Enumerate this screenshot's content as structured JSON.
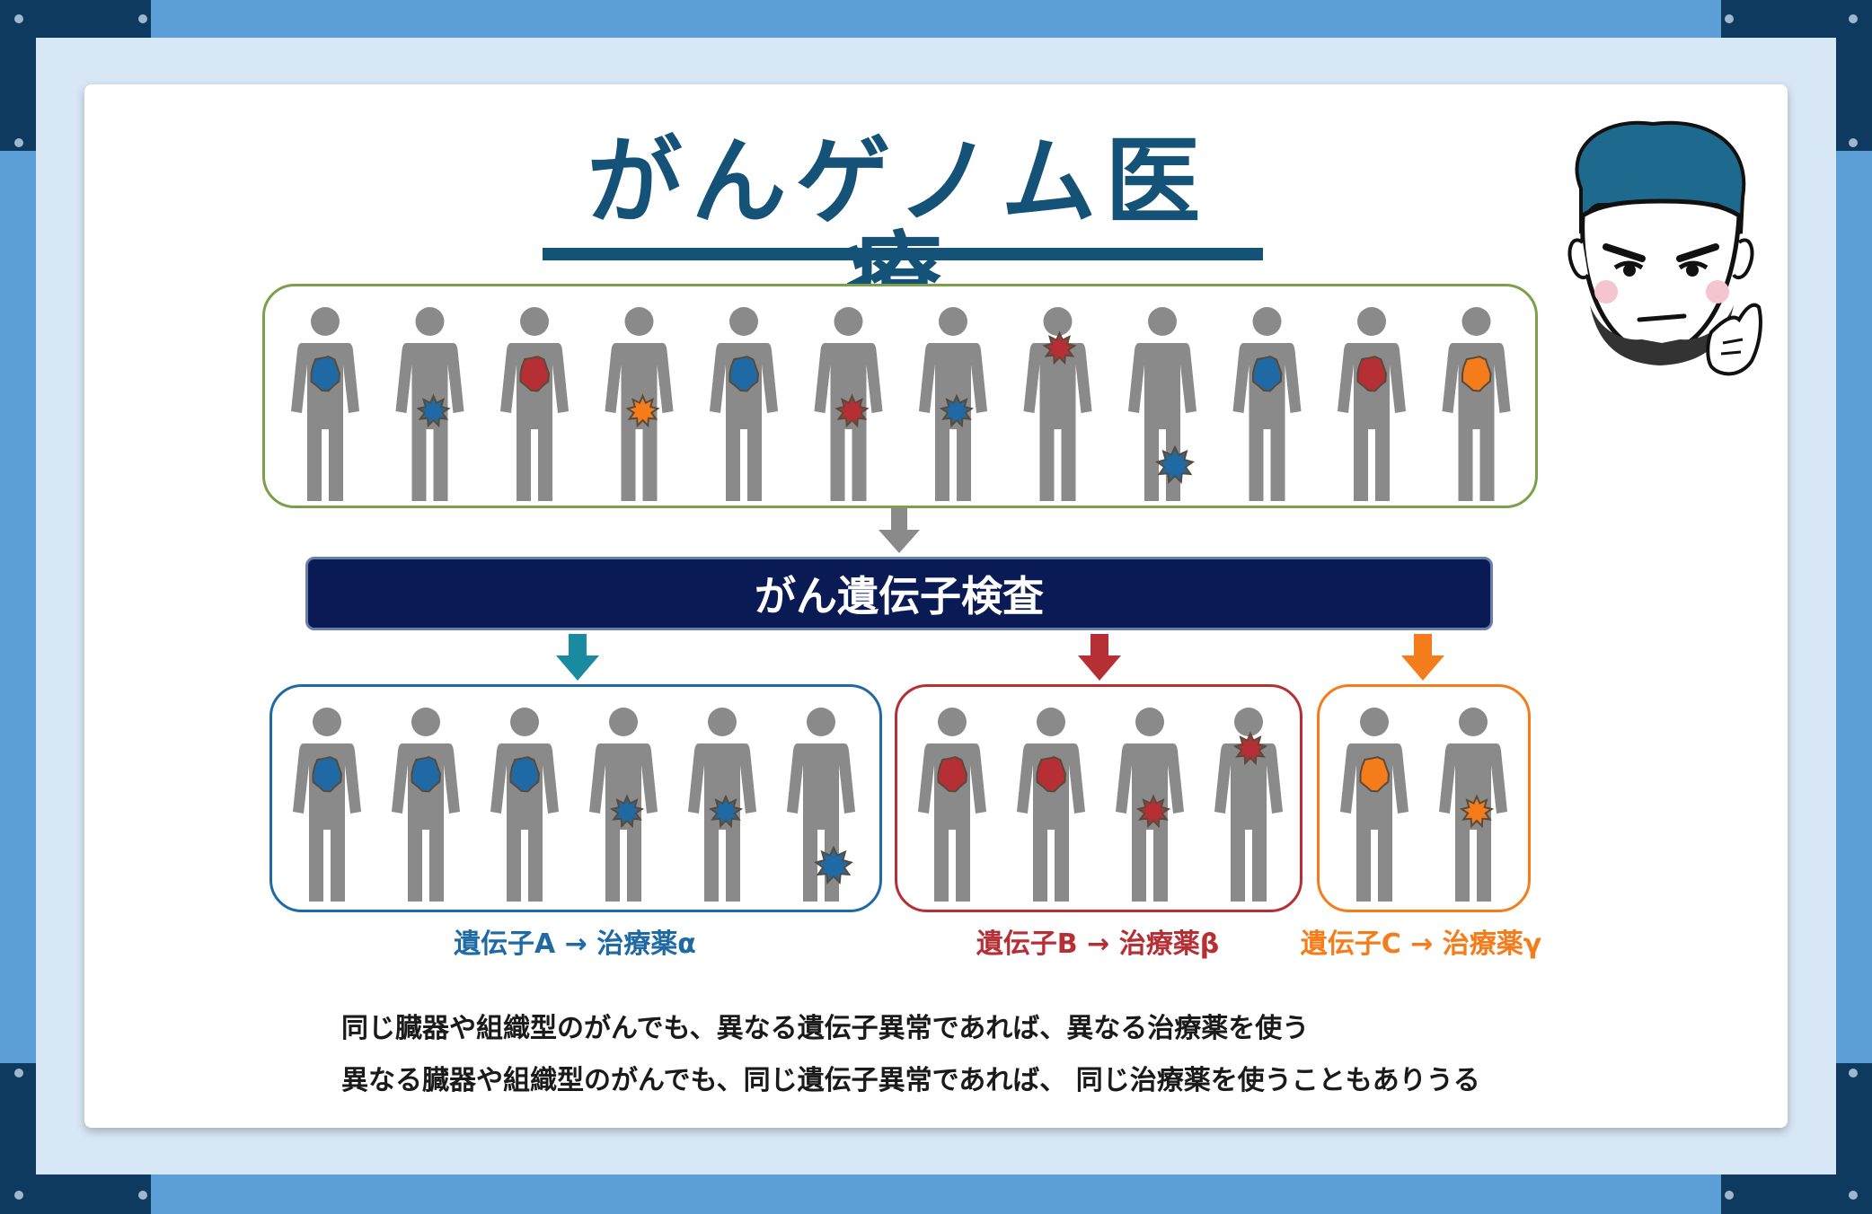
{
  "title": "がんゲノム医療",
  "test_banner": "がん遺伝子検査",
  "colors": {
    "blue": "#1f6aa5",
    "red": "#b52f35",
    "orange": "#f57c1a",
    "green_border": "#7aa04a",
    "navy": "#0a1a55",
    "person_gray": "#8a8a8a"
  },
  "population": [
    {
      "mark": "blob",
      "color": "blue",
      "site": "chest"
    },
    {
      "mark": "star",
      "color": "blue",
      "site": "belly"
    },
    {
      "mark": "blob",
      "color": "red",
      "site": "chest"
    },
    {
      "mark": "star",
      "color": "orange",
      "site": "belly"
    },
    {
      "mark": "blob",
      "color": "blue",
      "site": "chest"
    },
    {
      "mark": "star",
      "color": "red",
      "site": "belly"
    },
    {
      "mark": "star",
      "color": "blue",
      "site": "belly"
    },
    {
      "mark": "star",
      "color": "red",
      "site": "neck"
    },
    {
      "mark": "star",
      "color": "blue",
      "site": "leg"
    },
    {
      "mark": "blob",
      "color": "blue",
      "site": "chest"
    },
    {
      "mark": "blob",
      "color": "red",
      "site": "chest"
    },
    {
      "mark": "blob",
      "color": "orange",
      "site": "chest"
    }
  ],
  "groups": [
    {
      "label": "遺伝子A → 治療薬α",
      "color": "blue",
      "people": [
        {
          "mark": "blob",
          "color": "blue",
          "site": "chest"
        },
        {
          "mark": "blob",
          "color": "blue",
          "site": "chest"
        },
        {
          "mark": "blob",
          "color": "blue",
          "site": "chest"
        },
        {
          "mark": "star",
          "color": "blue",
          "site": "belly"
        },
        {
          "mark": "star",
          "color": "blue",
          "site": "belly"
        },
        {
          "mark": "star",
          "color": "blue",
          "site": "leg"
        }
      ]
    },
    {
      "label": "遺伝子B → 治療薬β",
      "color": "red",
      "people": [
        {
          "mark": "blob",
          "color": "red",
          "site": "chest"
        },
        {
          "mark": "blob",
          "color": "red",
          "site": "chest"
        },
        {
          "mark": "star",
          "color": "red",
          "site": "belly"
        },
        {
          "mark": "star",
          "color": "red",
          "site": "neck"
        }
      ]
    },
    {
      "label": "遺伝子C → 治療薬γ",
      "color": "orange",
      "people": [
        {
          "mark": "blob",
          "color": "orange",
          "site": "chest"
        },
        {
          "mark": "star",
          "color": "orange",
          "site": "belly"
        }
      ]
    }
  ],
  "notes": [
    "同じ臓器や組織型のがんでも、異なる遺伝子異常であれば、異なる治療薬を使う",
    "異なる臓器や組織型のがんでも、同じ遺伝子異常であれば、 同じ治療薬を使うこともありうる"
  ]
}
